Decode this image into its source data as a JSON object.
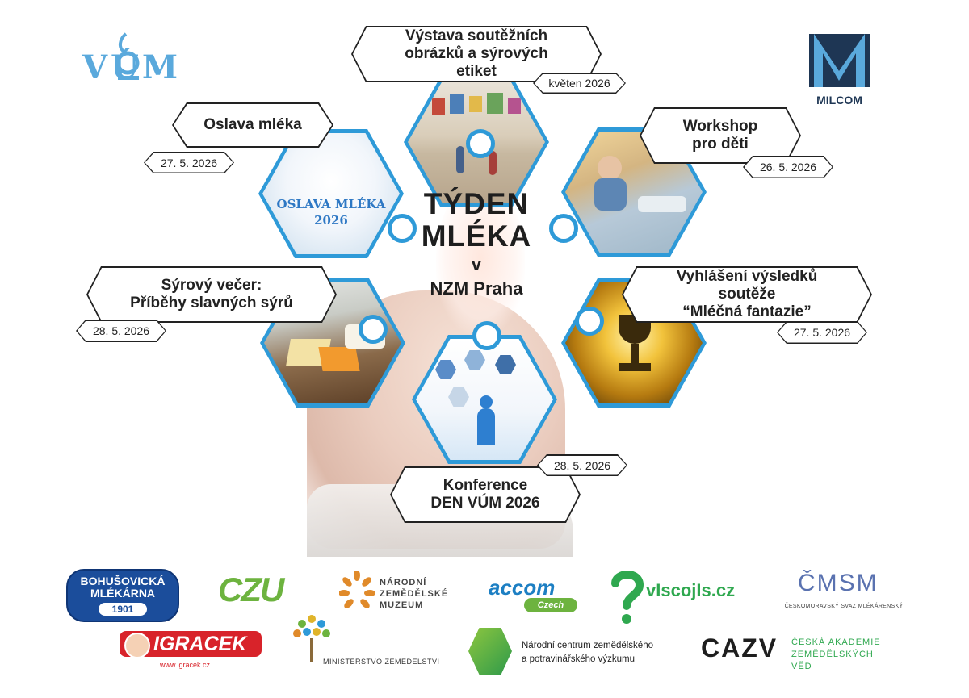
{
  "title": {
    "line1": "TÝDEN",
    "line2": "MLÉKA",
    "line3": "v",
    "line4": "NZM Praha"
  },
  "events": [
    {
      "label_line1": "Výstava soutěžních",
      "label_line2": "obrázků a sýrových",
      "label_line3": "etiket",
      "date": "květen 2026"
    },
    {
      "label": "Oslava mléka",
      "date": "27. 5. 2026",
      "image_text_line1": "OSLAVA MLÉKA",
      "image_text_line2": "2026"
    },
    {
      "label_line1": "Workshop",
      "label_line2": "pro děti",
      "date": "26. 5. 2026"
    },
    {
      "label_line1": "Sýrový večer:",
      "label_line2": "Příběhy slavných sýrů",
      "date": "28. 5. 2026"
    },
    {
      "label_line1": "Vyhlášení výsledků",
      "label_line2": "soutěže",
      "label_line3": "“Mléčná fantazie”",
      "date": "27. 5. 2026"
    },
    {
      "label_line1": "Konference",
      "label_line2": "DEN VÚM 2026",
      "date": "28. 5. 2026"
    }
  ],
  "logos": {
    "vum": "VÚM",
    "milcom": "MILCOM",
    "bohusovicka_line1": "BOHUŠOVICKÁ",
    "bohusovicka_line2": "MLÉKÁRNA",
    "bohusovicka_year": "1901",
    "czu": "CZU",
    "nzm_line1": "NÁRODNÍ",
    "nzm_line2": "ZEMĚDĚLSKÉ",
    "nzm_line3": "MUZEUM",
    "accom": "accom",
    "accom_sub": "Czech",
    "viscojis": "vIscojIs.cz",
    "cmsm": "ČMSM",
    "cmsm_sub": "ČESKOMORAVSKÝ SVAZ MLÉKÁRENSKÝ",
    "igracek": "IGRACEK",
    "igracek_url": "www.igracek.cz",
    "mze": "MINISTERSTVO ZEMĚDĚLSTVÍ",
    "nczv_line1": "Národní centrum zemědělského",
    "nczv_line2": "a potravinářského výzkumu",
    "cazv": "CAZV",
    "cazv_line1": "ČESKÁ AKADEMIE",
    "cazv_line2": "ZEMĚDĚLSKÝCH VĚD"
  },
  "colors": {
    "accent_blue": "#2e9ad8",
    "vum_blue": "#5aa9dc",
    "czu_green": "#6db33f",
    "accom_blue": "#1d7fc3",
    "viscojis_green": "#2fa84f",
    "igracek_red": "#d8232a"
  }
}
